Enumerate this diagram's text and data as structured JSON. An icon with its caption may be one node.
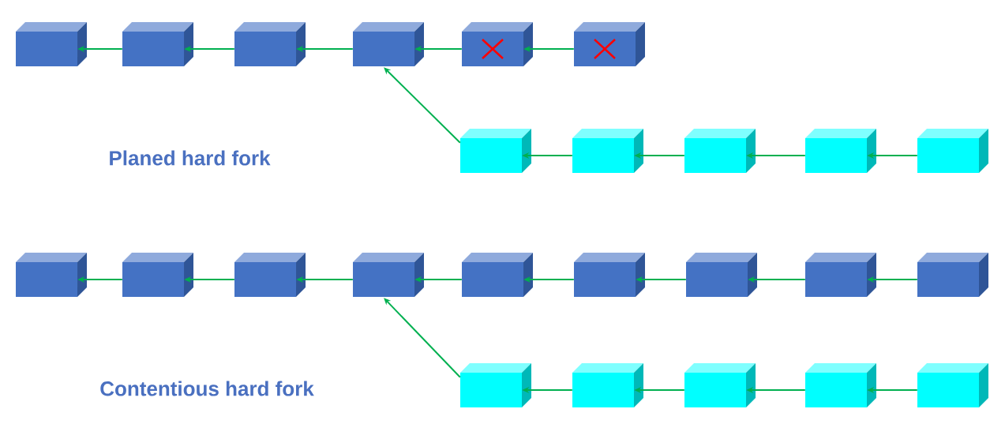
{
  "diagram": {
    "nodes": [
      {
        "text": [],
        "shape": "box"
      },
      {
        "text": [],
        "shape": "box"
      },
      {
        "text": [],
        "shape": "box"
      },
      {
        "text": [],
        "shape": "box"
      },
      {
        "text": [],
        "shape": "box"
      },
      {
        "text": [],
        "shape": "box"
      },
      {
        "text": [],
        "shape": "box"
      },
      {
        "text": [],
        "shape": "box"
      },
      {
        "text": [],
        "shape": "box"
      },
      {
        "text": [],
        "shape": "box"
      },
      {
        "text": [],
        "shape": "box"
      },
      {
        "text": [],
        "shape": "box"
      },
      {
        "text": [],
        "shape": "box"
      },
      {
        "text": [],
        "shape": "box"
      },
      {
        "text": [],
        "shape": "box"
      },
      {
        "text": [],
        "shape": "box"
      },
      {
        "text": [],
        "shape": "box"
      },
      {
        "text": [],
        "shape": "box"
      },
      {
        "text": [],
        "shape": "box"
      },
      {
        "text": [],
        "shape": "box"
      },
      {
        "text": [],
        "shape": "box"
      },
      {
        "text": [],
        "shape": "box"
      },
      {
        "text": [],
        "shape": "box"
      },
      {
        "text": [],
        "shape": "box"
      },
      {
        "text": [],
        "shape": "box"
      }
    ],
    "edges": [
      {
        "from": 1,
        "to": 0,
        "arrow": "to"
      },
      {
        "from": 2,
        "to": 1,
        "arrow": "to"
      },
      {
        "from": 3,
        "to": 2,
        "arrow": "to"
      },
      {
        "from": 4,
        "to": 3,
        "arrow": "to"
      },
      {
        "from": 5,
        "to": 4,
        "arrow": "to"
      },
      {
        "from": 6,
        "to": 3,
        "arrow": "to"
      },
      {
        "from": 7,
        "to": 6,
        "arrow": "to"
      },
      {
        "from": 8,
        "to": 7,
        "arrow": "to"
      },
      {
        "from": 9,
        "to": 8,
        "arrow": "to"
      },
      {
        "from": 10,
        "to": 9,
        "arrow": "to"
      },
      {
        "from": 12,
        "to": 11,
        "arrow": "to"
      },
      {
        "from": 13,
        "to": 12,
        "arrow": "to"
      },
      {
        "from": 14,
        "to": 13,
        "arrow": "to"
      },
      {
        "from": 15,
        "to": 14,
        "arrow": "to"
      },
      {
        "from": 16,
        "to": 15,
        "arrow": "to"
      },
      {
        "from": 17,
        "to": 16,
        "arrow": "to"
      },
      {
        "from": 18,
        "to": 17,
        "arrow": "to"
      },
      {
        "from": 19,
        "to": 18,
        "arrow": "to"
      },
      {
        "from": 20,
        "to": 14,
        "arrow": "to"
      },
      {
        "from": 21,
        "to": 20,
        "arrow": "to"
      },
      {
        "from": 22,
        "to": 21,
        "arrow": "to"
      },
      {
        "from": 23,
        "to": 22,
        "arrow": "to"
      },
      {
        "from": 24,
        "to": 23,
        "arrow": "to"
      }
    ],
    "labels": [
      "Planed hard fork",
      "Contentious hard fork"
    ]
  }
}
